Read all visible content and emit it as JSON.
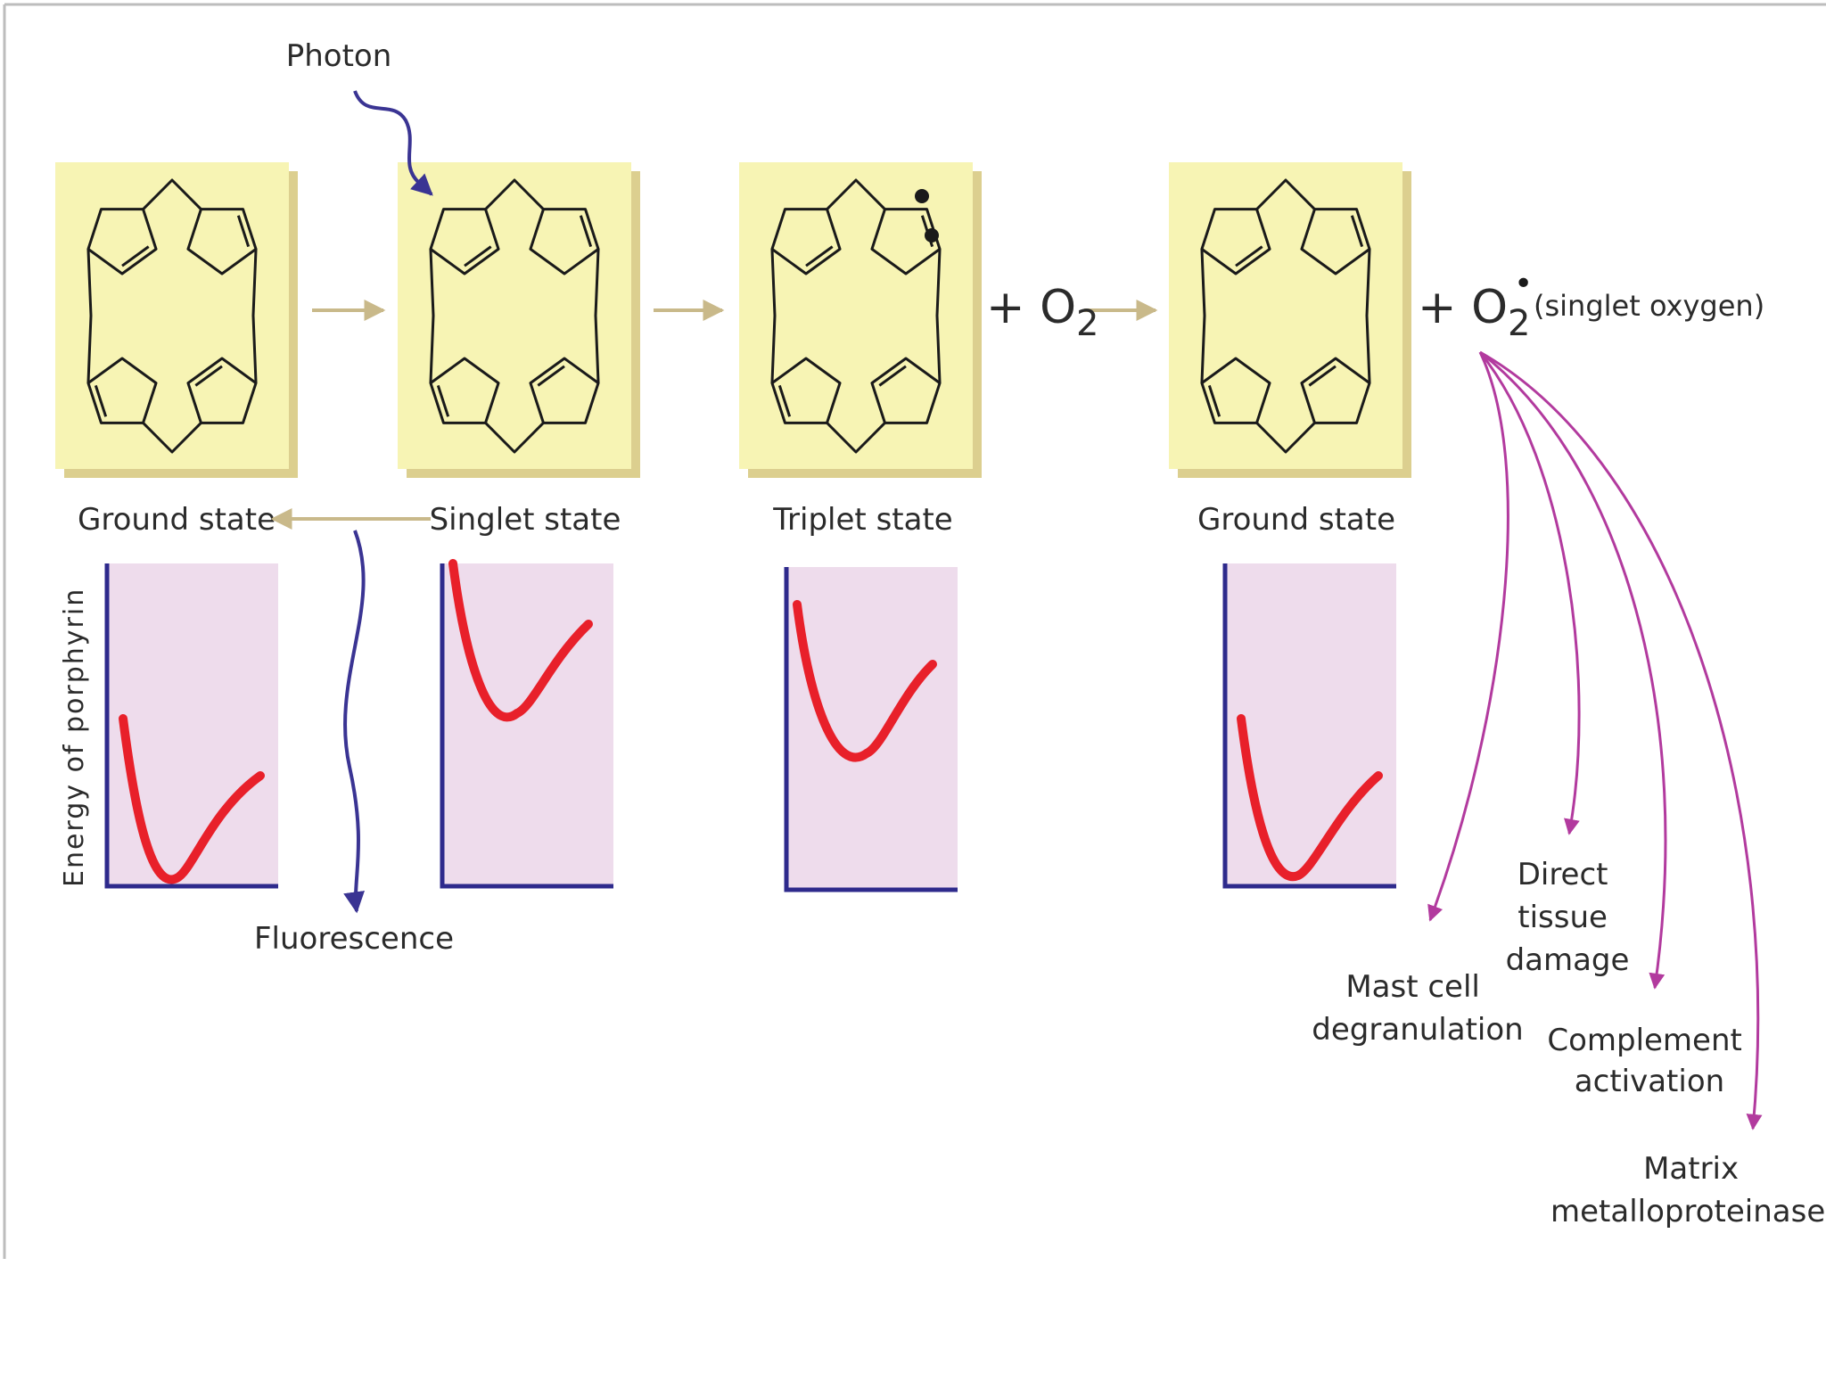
{
  "labels": {
    "photon": "Photon",
    "fluorescence": "Fluorescence",
    "energy_axis": "Energy of porphyrin",
    "plus_o2": "+ O",
    "o2_subscript": "2",
    "plus_o2_product": "+ O",
    "o2_product_subscript": "2",
    "radical_dot": "•",
    "singlet_oxygen": "(singlet oxygen)"
  },
  "states": [
    {
      "label": "Ground state"
    },
    {
      "label": "Singlet state"
    },
    {
      "label": "Triplet state"
    },
    {
      "label": "Ground state"
    }
  ],
  "effects": [
    {
      "lines": [
        "Mast cell",
        "degranulation"
      ]
    },
    {
      "lines": [
        "Direct",
        "tissue",
        "damage"
      ]
    },
    {
      "lines": [
        "Complement",
        "activation"
      ]
    },
    {
      "lines": [
        "Matrix",
        "metalloproteinases"
      ]
    }
  ],
  "colors": {
    "molecule_box": "#f7f4b4",
    "molecule_shadow": "#dccf8f",
    "energy_box": "#eedcec",
    "axis": "#2e2a8c",
    "curve": "#e8202a",
    "flow_arrow": "#c9b98a",
    "photon_arrow": "#3a3493",
    "effect_arrow": "#b23a9e",
    "text": "#2b2b2b"
  }
}
